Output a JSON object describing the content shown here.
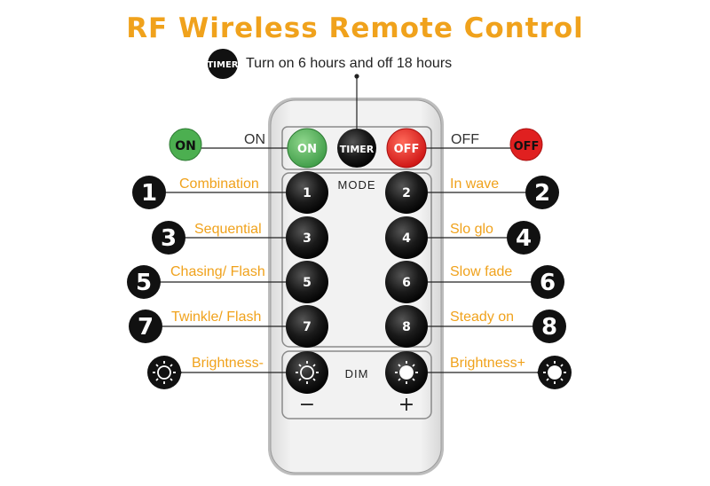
{
  "title": "RF Wireless Remote Control",
  "timer": {
    "badge": "TIMER",
    "description": "Turn on 6 hours and off 18 hours"
  },
  "power": {
    "on_badge": "ON",
    "on_label": "ON",
    "off_badge": "OFF",
    "off_label": "OFF"
  },
  "remote": {
    "on_button": "ON",
    "timer_button": "TIMER",
    "off_button": "OFF",
    "mode_label": "MODE",
    "dim_label": "DIM",
    "minus": "−",
    "plus": "+"
  },
  "modes": [
    {
      "number": "1",
      "label": "Combination"
    },
    {
      "number": "2",
      "label": "In wave"
    },
    {
      "number": "3",
      "label": "Sequential"
    },
    {
      "number": "4",
      "label": "Slo glo"
    },
    {
      "number": "5",
      "label": "Chasing/ Flash"
    },
    {
      "number": "6",
      "label": "Slow fade"
    },
    {
      "number": "7",
      "label": "Twinkle/ Flash"
    },
    {
      "number": "8",
      "label": "Steady on"
    }
  ],
  "brightness": {
    "minus_label": "Brightness-",
    "plus_label": "Brightness+"
  },
  "colors": {
    "accent": "#f0a21c",
    "on_green": "#4caf50",
    "off_red": "#e02020",
    "button_black": "#111111"
  },
  "icons": {
    "brightness_minus": "sun-outline-icon",
    "brightness_plus": "sun-filled-icon"
  }
}
